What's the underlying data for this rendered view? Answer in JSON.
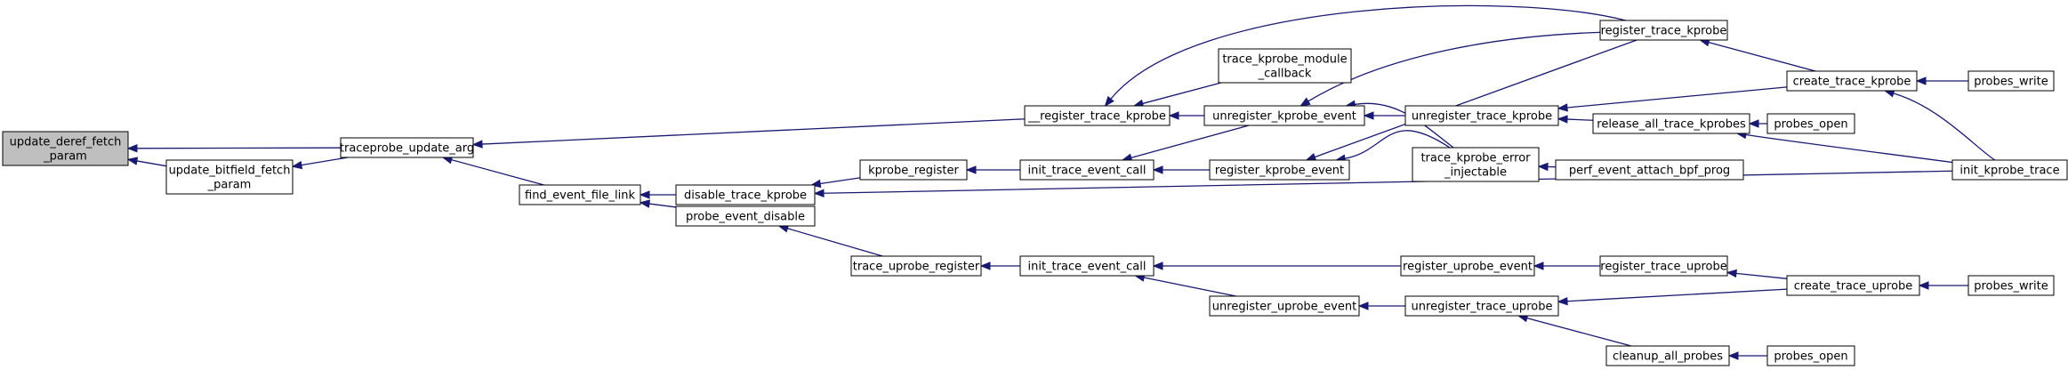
{
  "graph": {
    "nodes": [
      {
        "id": "n0",
        "lines": [
          "update_deref_fetch",
          "_param"
        ],
        "root": true
      },
      {
        "id": "n1",
        "lines": [
          "update_bitfield_fetch",
          "_param"
        ]
      },
      {
        "id": "n2",
        "lines": [
          "traceprobe_update_arg"
        ]
      },
      {
        "id": "n3",
        "lines": [
          "__register_trace_kprobe"
        ]
      },
      {
        "id": "n4",
        "lines": [
          "find_event_file_link"
        ]
      },
      {
        "id": "n5",
        "lines": [
          "trace_kprobe_module",
          "_callback"
        ]
      },
      {
        "id": "n6",
        "lines": [
          "unregister_kprobe_event"
        ]
      },
      {
        "id": "n7",
        "lines": [
          "disable_trace_kprobe"
        ]
      },
      {
        "id": "n8",
        "lines": [
          "probe_event_disable"
        ]
      },
      {
        "id": "n9",
        "lines": [
          "kprobe_register"
        ]
      },
      {
        "id": "n10",
        "lines": [
          "trace_uprobe_register"
        ]
      },
      {
        "id": "n11",
        "lines": [
          "init_trace_event_call"
        ]
      },
      {
        "id": "n12",
        "lines": [
          "init_trace_event_call"
        ]
      },
      {
        "id": "n13",
        "lines": [
          "register_kprobe_event"
        ]
      },
      {
        "id": "n14",
        "lines": [
          "register_uprobe_event"
        ]
      },
      {
        "id": "n15",
        "lines": [
          "unregister_uprobe_event"
        ]
      },
      {
        "id": "n16",
        "lines": [
          "register_trace_kprobe"
        ]
      },
      {
        "id": "n17",
        "lines": [
          "unregister_trace_kprobe"
        ]
      },
      {
        "id": "n18",
        "lines": [
          "trace_kprobe_error",
          "_injectable"
        ]
      },
      {
        "id": "n19",
        "lines": [
          "release_all_trace_kprobes"
        ]
      },
      {
        "id": "n20",
        "lines": [
          "perf_event_attach_bpf_prog"
        ]
      },
      {
        "id": "n21",
        "lines": [
          "register_trace_uprobe"
        ]
      },
      {
        "id": "n22",
        "lines": [
          "unregister_trace_uprobe"
        ]
      },
      {
        "id": "n23",
        "lines": [
          "cleanup_all_probes"
        ]
      },
      {
        "id": "n24",
        "lines": [
          "create_trace_kprobe"
        ]
      },
      {
        "id": "n25",
        "lines": [
          "probes_open"
        ]
      },
      {
        "id": "n26",
        "lines": [
          "init_kprobe_trace"
        ]
      },
      {
        "id": "n27",
        "lines": [
          "create_trace_uprobe"
        ]
      },
      {
        "id": "n28",
        "lines": [
          "probes_open"
        ]
      },
      {
        "id": "n29",
        "lines": [
          "probes_write"
        ]
      },
      {
        "id": "n30",
        "lines": [
          "probes_write"
        ]
      }
    ],
    "edges": [
      {
        "from": "n1",
        "to": "n0"
      },
      {
        "from": "n2",
        "to": "n0"
      },
      {
        "from": "n2",
        "to": "n1"
      },
      {
        "from": "n3",
        "to": "n2"
      },
      {
        "from": "n4",
        "to": "n2"
      },
      {
        "from": "n5",
        "to": "n3"
      },
      {
        "from": "n6",
        "to": "n3"
      },
      {
        "from": "n16",
        "to": "n3"
      },
      {
        "from": "n7",
        "to": "n4"
      },
      {
        "from": "n8",
        "to": "n4"
      },
      {
        "from": "n9",
        "to": "n7"
      },
      {
        "from": "n26",
        "to": "n7"
      },
      {
        "from": "n10",
        "to": "n8"
      },
      {
        "from": "n11",
        "to": "n9"
      },
      {
        "from": "n12",
        "to": "n10"
      },
      {
        "from": "n6",
        "to": "n11"
      },
      {
        "from": "n13",
        "to": "n11"
      },
      {
        "from": "n14",
        "to": "n12"
      },
      {
        "from": "n15",
        "to": "n12"
      },
      {
        "from": "n16",
        "to": "n6"
      },
      {
        "from": "n17",
        "to": "n6"
      },
      {
        "from": "n18",
        "to": "n6"
      },
      {
        "from": "n16",
        "to": "n13"
      },
      {
        "from": "n18",
        "to": "n13"
      },
      {
        "from": "n21",
        "to": "n14"
      },
      {
        "from": "n22",
        "to": "n15"
      },
      {
        "from": "n24",
        "to": "n16"
      },
      {
        "from": "n24",
        "to": "n17"
      },
      {
        "from": "n19",
        "to": "n17"
      },
      {
        "from": "n20",
        "to": "n18"
      },
      {
        "from": "n25",
        "to": "n19"
      },
      {
        "from": "n26",
        "to": "n19"
      },
      {
        "from": "n27",
        "to": "n21"
      },
      {
        "from": "n27",
        "to": "n22"
      },
      {
        "from": "n23",
        "to": "n22"
      },
      {
        "from": "n28",
        "to": "n23"
      },
      {
        "from": "n29",
        "to": "n24"
      },
      {
        "from": "n26",
        "to": "n24"
      },
      {
        "from": "n30",
        "to": "n27"
      }
    ]
  }
}
